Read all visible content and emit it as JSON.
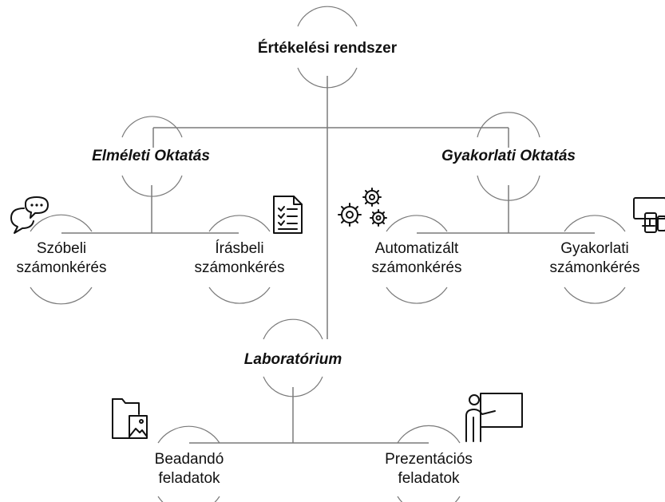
{
  "root": {
    "label": "Értékelési rendszer"
  },
  "groups": {
    "theory": {
      "label": "Elméleti Oktatás"
    },
    "practice": {
      "label": "Gyakorlati Oktatás"
    },
    "lab": {
      "label": "Laboratórium"
    }
  },
  "leaves": {
    "oral": {
      "line1": "Szóbeli",
      "line2": "számonkérés",
      "icon": "chat-bubbles-icon"
    },
    "written": {
      "line1": "Írásbeli",
      "line2": "számonkérés",
      "icon": "checklist-document-icon"
    },
    "automated": {
      "line1": "Automatizált",
      "line2": "számonkérés",
      "icon": "gears-icon"
    },
    "practical": {
      "line1": "Gyakorlati",
      "line2": "számonkérés",
      "icon": "computer-devices-icon"
    },
    "homework": {
      "line1": "Beadandó",
      "line2": "feladatok",
      "icon": "folder-image-icon"
    },
    "present": {
      "line1": "Prezentációs",
      "line2": "feladatok",
      "icon": "presenter-board-icon"
    }
  },
  "colors": {
    "connector": "#7a7a7a",
    "text": "#111111"
  }
}
